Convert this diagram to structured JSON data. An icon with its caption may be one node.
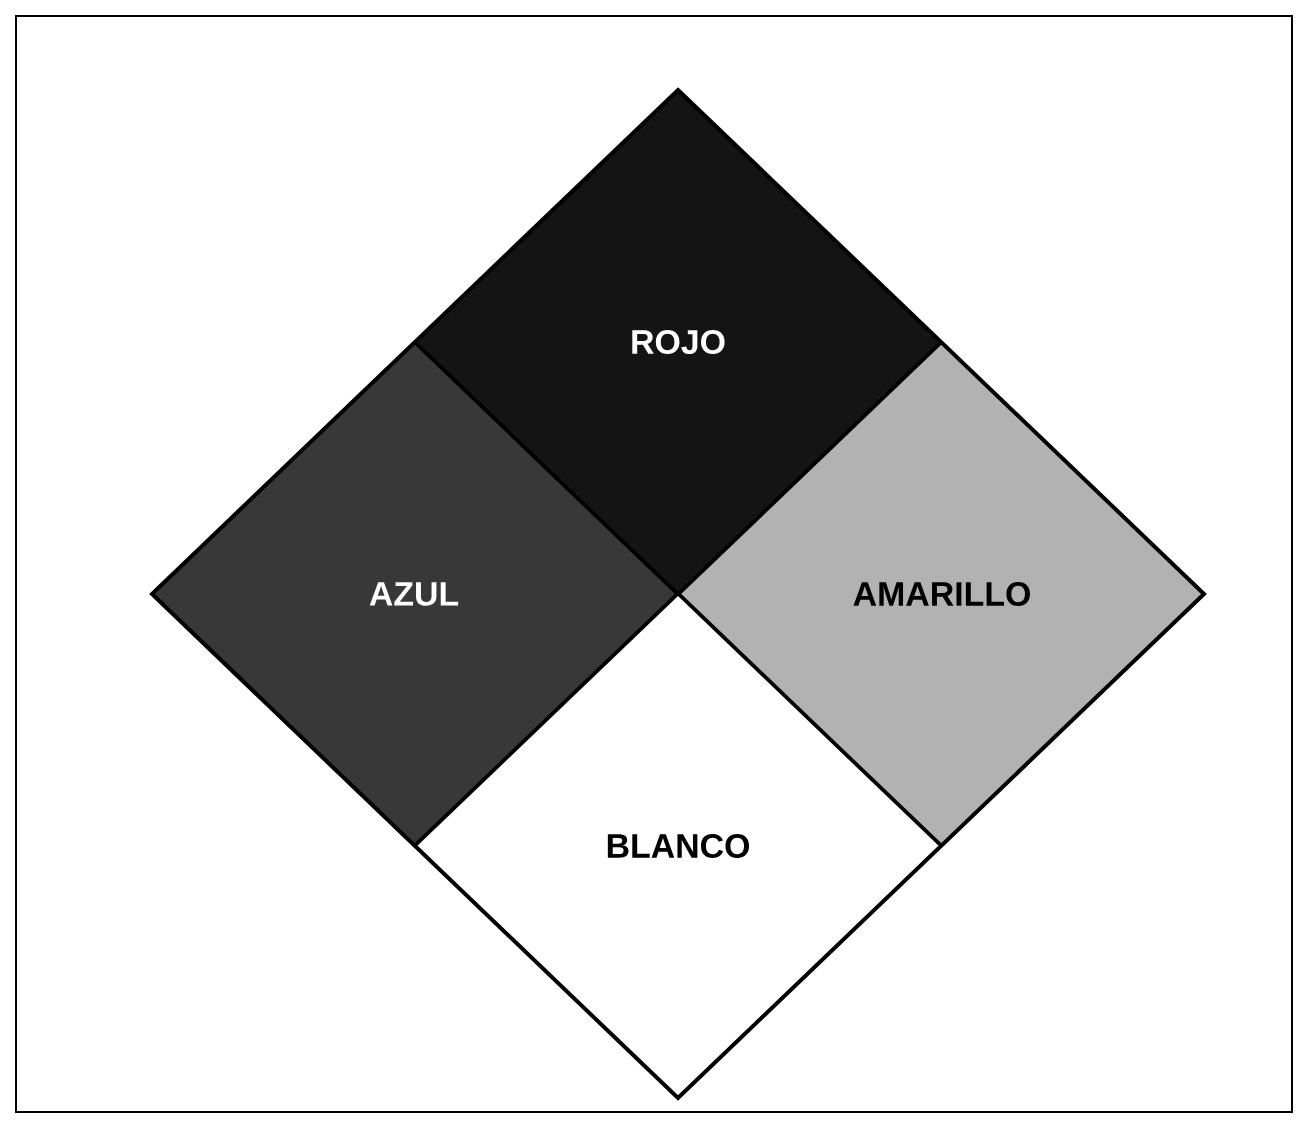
{
  "diagram": {
    "nodes": [
      {
        "text": [
          "ROJO"
        ]
      },
      {
        "text": [
          "AZUL"
        ]
      },
      {
        "text": [
          "AMARILLO"
        ]
      },
      {
        "text": [
          "BLANCO"
        ]
      }
    ]
  }
}
